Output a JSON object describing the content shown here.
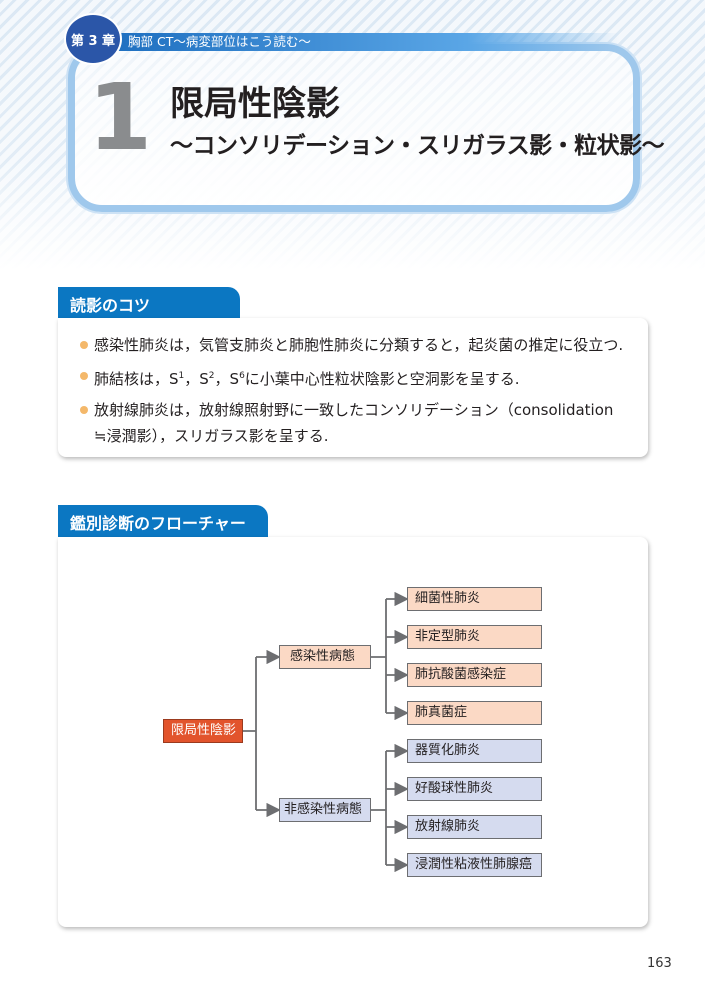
{
  "header": {
    "chapter_badge": "第 3 章",
    "chapter_title": "胸部 CT〜病変部位はこう読む〜",
    "section_number": "1",
    "title": "限局性陰影",
    "subtitle": "〜コンソリデーション・スリガラス影・粒状影〜"
  },
  "tips": {
    "heading": "読影のコツ",
    "items": [
      {
        "text": "感染性肺炎は，気管支肺炎と肺胞性肺炎に分類すると，起炎菌の推定に役立つ."
      },
      {
        "pre": "肺結核は，S",
        "s1": "1",
        "mid1": "，S",
        "s2": "2",
        "mid2": "，S",
        "s3": "6",
        "post": "に小葉中心性粒状陰影と空洞影を呈する."
      },
      {
        "text": "放射線肺炎は，放射線照射野に一致したコンソリデーション（consolidation ≒浸潤影），スリガラス影を呈する."
      }
    ]
  },
  "flowchart": {
    "heading": "鑑別診断のフローチャート",
    "root": "限局性陰影",
    "infectious": {
      "label": "感染性病態",
      "children": [
        "細菌性肺炎",
        "非定型肺炎",
        "肺抗酸菌感染症",
        "肺真菌症"
      ]
    },
    "noninfectious": {
      "label": "非感染性病態",
      "children": [
        "器質化肺炎",
        "好酸球性肺炎",
        "放射線肺炎",
        "浸潤性粘液性肺腺癌"
      ]
    },
    "colors": {
      "root": "#e2542c",
      "infectious": "#fbd9c5",
      "noninfectious": "#d5dbef"
    }
  },
  "page_number": "163"
}
